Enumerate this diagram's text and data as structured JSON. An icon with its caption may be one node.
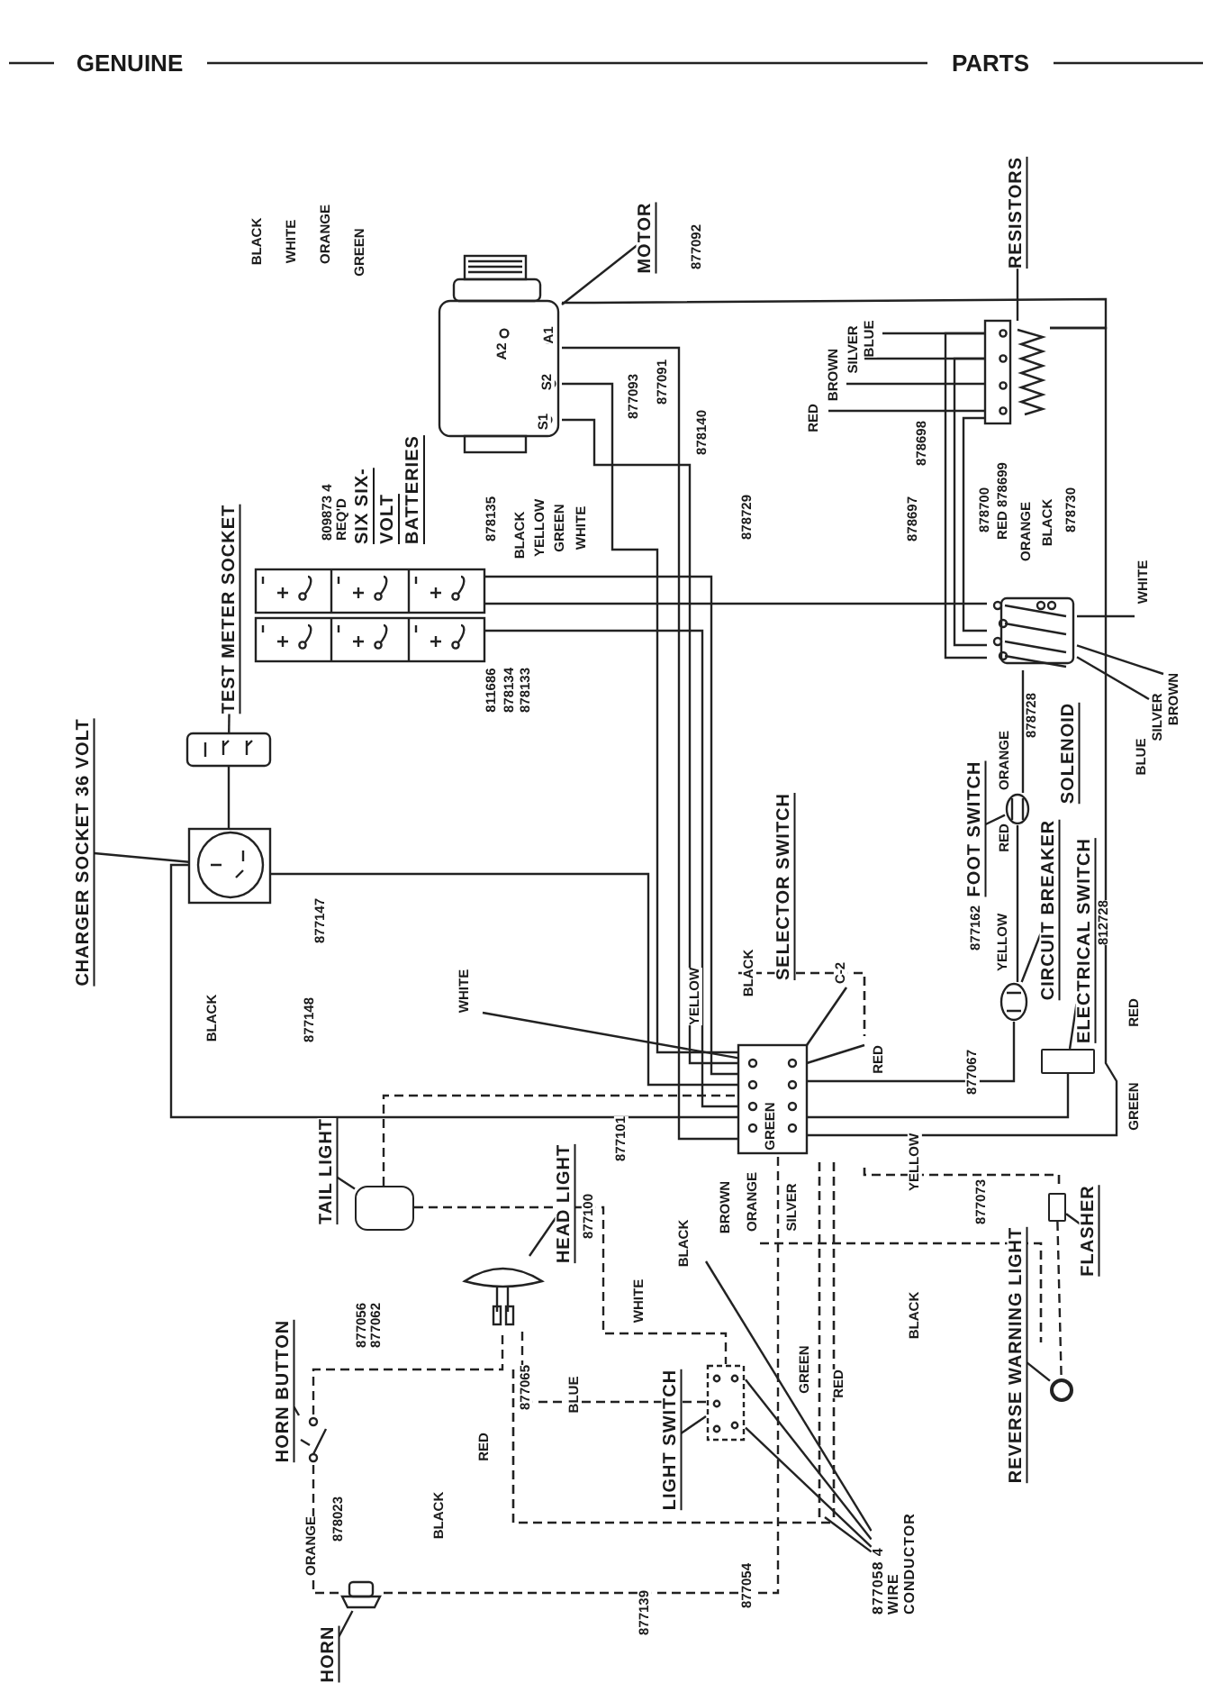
{
  "diagram": {
    "nodes": [
      {
        "text": [],
        "shape": "picture"
      },
      {
        "text": [
          "MOTOR"
        ]
      },
      {
        "text": [],
        "shape": "picture"
      },
      {
        "text": [
          "RESISTORS"
        ]
      },
      {
        "text": [],
        "shape": "picture"
      },
      {
        "text": [
          "TEST METER SOCKET"
        ]
      },
      {
        "text": [],
        "shape": "picture"
      },
      {
        "text": [
          "CHARGER SOCKET 36 VOLT"
        ]
      },
      {
        "text": [],
        "shape": "picture"
      },
      {
        "text": [],
        "shape": "picture"
      },
      {
        "text": [
          "FOOT SWITCH"
        ]
      },
      {
        "text": [],
        "shape": "picture"
      },
      {
        "text": [
          "CIRCUIT BREAKER"
        ]
      },
      {
        "text": [],
        "shape": "picture"
      },
      {
        "text": [
          "ELECTRICAL SWITCH"
        ]
      },
      {
        "text": [],
        "shape": "box"
      },
      {
        "text": [],
        "shape": "picture"
      },
      {
        "text": [
          "TAIL LIGHT"
        ]
      },
      {
        "text": [],
        "shape": "box"
      },
      {
        "text": [
          "HEAD LIGHT"
        ]
      },
      {
        "text": [],
        "shape": "picture"
      },
      {
        "text": [
          "HORN BUTTON"
        ]
      },
      {
        "text": [],
        "shape": "picture"
      },
      {
        "text": [
          "LIGHT SWITCH"
        ]
      },
      {
        "text": [],
        "shape": "picture"
      },
      {
        "text": [
          "FLASHER"
        ]
      },
      {
        "text": [],
        "shape": "box"
      },
      {
        "text": [
          "REVERSE WARNING LIGHT"
        ]
      },
      {
        "text": [],
        "shape": "circle"
      },
      {
        "text": [
          "877058 4 WIRE CONDUCTOR"
        ]
      },
      {
        "text": [
          "HORN"
        ]
      },
      {
        "text": [],
        "shape": "picture"
      },
      {
        "text": [
          "SIX SIX-VOLT BATTERIES"
        ]
      },
      {
        "text": [
          "SOLENOID"
        ]
      },
      {
        "text": [
          "SELECTOR SWITCH"
        ]
      }
    ],
    "edges": [
      {
        "from": 1,
        "to": 0,
        "arrow": "none"
      },
      {
        "from": 3,
        "to": 2,
        "arrow": "none"
      },
      {
        "from": 5,
        "to": 6,
        "arrow": "none"
      },
      {
        "from": 7,
        "to": 8,
        "arrow": "none"
      },
      {
        "from": 10,
        "to": 11,
        "arrow": "none"
      },
      {
        "from": 12,
        "to": 13,
        "arrow": "none"
      },
      {
        "from": 14,
        "to": 15,
        "arrow": "none"
      },
      {
        "from": 17,
        "to": 18,
        "arrow": "none"
      },
      {
        "from": 19,
        "to": 20,
        "arrow": "none"
      },
      {
        "from": 21,
        "to": 22,
        "arrow": "none"
      },
      {
        "from": 23,
        "to": 24,
        "arrow": "none"
      },
      {
        "from": 25,
        "to": 26,
        "arrow": "none"
      },
      {
        "from": 27,
        "to": 28,
        "arrow": "none"
      },
      {
        "from": 30,
        "to": 31,
        "arrow": "none"
      },
      {
        "from": 29,
        "to": null,
        "arrow": "none"
      },
      {
        "from": 29,
        "to": 24,
        "arrow": "none"
      },
      {
        "from": 29,
        "to": 24,
        "arrow": "none"
      },
      {
        "from": 29,
        "to": null,
        "arrow": "none"
      },
      {
        "from": 0,
        "to": 2,
        "arrow": "none"
      },
      {
        "from": 6,
        "to": 8,
        "arrow": "none"
      },
      {
        "from": 2,
        "to": 9,
        "arrow": "none"
      },
      {
        "from": 9,
        "to": 11,
        "arrow": "none"
      },
      {
        "from": 11,
        "to": 13,
        "arrow": "none"
      },
      {
        "from": 13,
        "to": 16,
        "arrow": "none"
      },
      {
        "from": 15,
        "to": 16,
        "arrow": "none"
      },
      {
        "from": 18,
        "to": 16,
        "arrow": "none",
        "style": "dashed"
      },
      {
        "from": 20,
        "to": 24,
        "arrow": "none",
        "style": "dashed"
      },
      {
        "from": 22,
        "to": 20,
        "arrow": "none",
        "style": "dashed"
      },
      {
        "from": 22,
        "to": 31,
        "arrow": "none",
        "style": "dashed"
      },
      {
        "from": 26,
        "to": 28,
        "arrow": "none",
        "style": "dashed"
      },
      {
        "from": 0,
        "to": 16,
        "arrow": "none"
      },
      {
        "from": 0,
        "to": 16,
        "arrow": "none"
      },
      {
        "from": 0,
        "to": 16,
        "arrow": "none"
      },
      {
        "from": 4,
        "to": 16,
        "arrow": "none"
      },
      {
        "from": 4,
        "to": 9,
        "arrow": "none"
      },
      {
        "from": 4,
        "to": 16,
        "arrow": "none"
      },
      {
        "from": 8,
        "to": 16,
        "arrow": "none"
      },
      {
        "from": 8,
        "to": 16,
        "arrow": "none"
      },
      {
        "from": 2,
        "to": 9,
        "arrow": "none"
      },
      {
        "from": 2,
        "to": 9,
        "arrow": "none"
      },
      {
        "from": 2,
        "to": 16,
        "arrow": "none"
      },
      {
        "from": 18,
        "to": 24,
        "arrow": "none",
        "style": "dashed"
      },
      {
        "from": 31,
        "to": 16,
        "arrow": "none",
        "style": "dashed"
      },
      {
        "from": 2,
        "to": null,
        "arrow": "none",
        "label": "RED"
      },
      {
        "from": 2,
        "to": null,
        "arrow": "none",
        "label": "BROWN"
      },
      {
        "from": 2,
        "to": null,
        "arrow": "none",
        "label": "SILVER"
      },
      {
        "from": 2,
        "to": null,
        "arrow": "none",
        "label": "BLUE"
      },
      {
        "from": 9,
        "to": null,
        "arrow": "none",
        "label": "WHITE"
      },
      {
        "from": 9,
        "to": null,
        "arrow": "none",
        "label": "BROWN"
      },
      {
        "from": 9,
        "to": null,
        "arrow": "none",
        "label": "SILVER"
      },
      {
        "from": 16,
        "to": null,
        "arrow": "none",
        "label": "WHITE"
      }
    ],
    "labels": [
      "GENUINE",
      "PARTS",
      "BLACK",
      "WHITE",
      "ORANGE",
      "GREEN",
      "877092",
      "A2",
      "A1",
      "S2",
      "S1",
      "877093",
      "877091",
      "878140",
      "878698",
      "809873 4 REQ'D",
      "878135",
      "BLACK",
      "YELLOW",
      "GREEN",
      "WHITE",
      "878729",
      "878697",
      "878700",
      "RED 878699",
      "ORANGE",
      "BLACK",
      "878730",
      "811686",
      "878134",
      "878133",
      "ORANGE",
      "878728",
      "BLUE",
      "RED",
      "877147",
      "877162",
      "YELLOW",
      "812728",
      "BLACK",
      "877148",
      "YELLOW",
      "BLACK",
      "C-2",
      "RED",
      "877101",
      "GREEN",
      "RED",
      "877067",
      "GREEN",
      "877100",
      "BROWN",
      "ORANGE",
      "SILVER",
      "YELLOW",
      "877073",
      "BLACK",
      "877056 877062",
      "WHITE",
      "BLACK",
      "877065",
      "BLUE",
      "GREEN",
      "RED",
      "RED",
      "ORANGE",
      "878023",
      "BLACK",
      "877139",
      "877054"
    ]
  }
}
